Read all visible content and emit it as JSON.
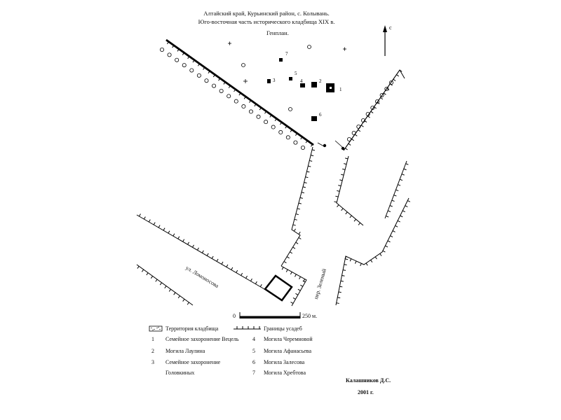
{
  "header": {
    "line1": "Алтайский край, Курьинский район, с. Колывань.",
    "line2": "Юго-восточная часть исторического кладбища XIX в.",
    "plan_title": "Генплан."
  },
  "north_label": "с",
  "graves": [
    {
      "num": "1",
      "name": "Семейное захоронение Вецель"
    },
    {
      "num": "2",
      "name": "Могила Лаулина"
    },
    {
      "num": "3",
      "name": "Семейное захоронение"
    },
    {
      "num": "4",
      "name": "Могила Черемновой"
    },
    {
      "num": "5",
      "name": "Могила Афанасьева"
    },
    {
      "num": "6",
      "name": "Могила Залесова"
    },
    {
      "num": "7",
      "name": "Могила Хребтова"
    }
  ],
  "grave3_line2": "Головкиных",
  "streets": {
    "lomonosov": "ул. Ломоносова",
    "zeleny": "пер. Зеленый"
  },
  "scale": {
    "zero": "0",
    "end": "250 м."
  },
  "legend": {
    "cemetery": "Территория кладбища",
    "boundaries": "Границы усадеб"
  },
  "signature": {
    "author": "Калашников Д.С.",
    "year": "2001 г."
  }
}
